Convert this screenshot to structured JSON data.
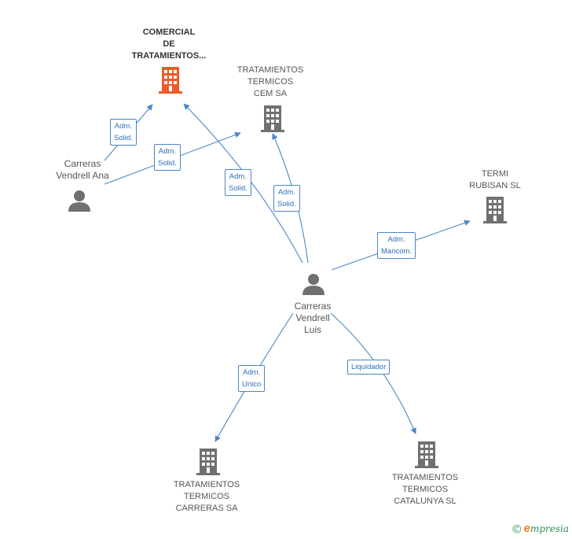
{
  "colors": {
    "edge": "#4a86c8",
    "building_main": "#f05a28",
    "building": "#707070",
    "person": "#707070"
  },
  "nodes": {
    "comercial": {
      "lines": [
        "COMERCIAL",
        "DE",
        "TRATAMIENTOS..."
      ],
      "icon": "building-icon"
    },
    "cem": {
      "lines": [
        "TRATAMIENTOS",
        "TERMICOS",
        "CEM SA"
      ],
      "icon": "building-icon"
    },
    "rubisan": {
      "lines": [
        "TERMI",
        "RUBISAN SL"
      ],
      "icon": "building-icon"
    },
    "ana": {
      "lines": [
        "Carreras",
        "Vendrell Ana"
      ],
      "icon": "person-icon"
    },
    "luis": {
      "lines": [
        "Carreras",
        "Vendrell",
        "Luis"
      ],
      "icon": "person-icon"
    },
    "carreras_sa": {
      "lines": [
        "TRATAMIENTOS",
        "TERMICOS",
        "CARRERAS SA"
      ],
      "icon": "building-icon"
    },
    "catalunya": {
      "lines": [
        "TRATAMIENTOS",
        "TERMICOS",
        "CATALUNYA SL"
      ],
      "icon": "building-icon"
    }
  },
  "edges": {
    "ana_comercial": [
      "Adm.",
      "Solid."
    ],
    "ana_cem": [
      "Adm.",
      "Solid."
    ],
    "luis_comercial": [
      "Adm.",
      "Solid."
    ],
    "luis_cem": [
      "Adm.",
      "Solid."
    ],
    "luis_rubisan": [
      "Adm.",
      "Mancom."
    ],
    "luis_carreras_sa": [
      "Adm.",
      "Unico"
    ],
    "luis_catalunya": [
      "Liquidador"
    ]
  },
  "footer": {
    "copyright": "©",
    "brand_initial": "e",
    "brand_rest": "mpresia"
  }
}
